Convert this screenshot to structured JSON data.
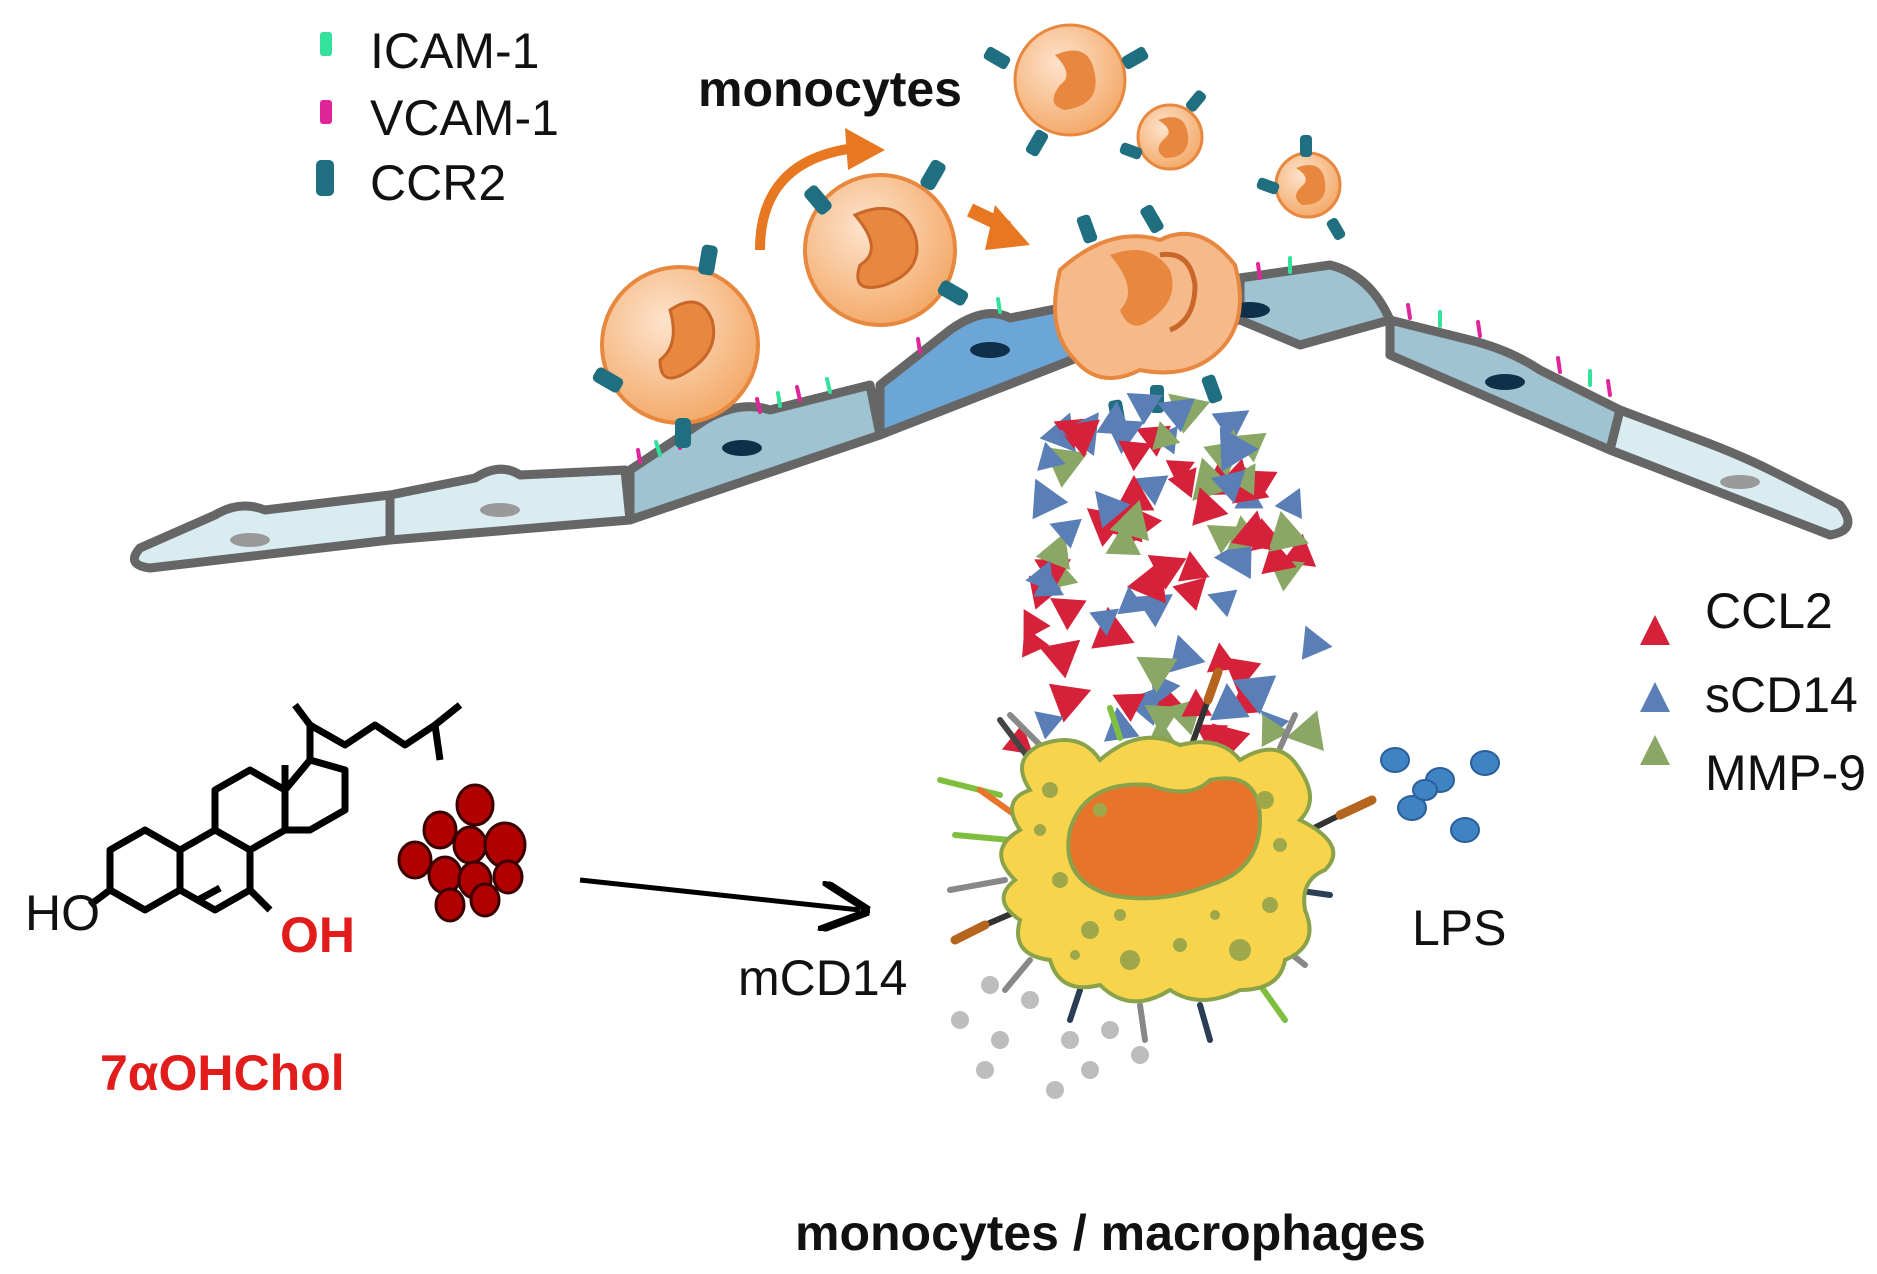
{
  "legend_top": [
    {
      "label": "ICAM-1",
      "icon": "icam1-marker-icon",
      "color": "#33e29b"
    },
    {
      "label": "VCAM-1",
      "icon": "vcam1-marker-icon",
      "color": "#e0249a"
    },
    {
      "label": "CCR2",
      "icon": "ccr2-receptor-icon",
      "color": "#1f6f80"
    }
  ],
  "legend_right": [
    {
      "label": "CCL2",
      "icon": "red-triangle-icon",
      "color": "#d6213a"
    },
    {
      "label": "sCD14",
      "icon": "blue-triangle-icon",
      "color": "#5a7fb6"
    },
    {
      "label": "MMP-9",
      "icon": "green-triangle-icon",
      "color": "#8aa765"
    }
  ],
  "labels": {
    "monocytes": "monocytes",
    "lps": "LPS",
    "mcd14": "mCD14",
    "ho": "HO",
    "oh": "OH",
    "compound": "7αOHChol",
    "bottom_caption": "monocytes / macrophages"
  },
  "colors": {
    "monocyte_fill": "#f6b98a",
    "monocyte_nucleus": "#e8873e",
    "arrow_orange": "#e87722",
    "endothelium_light": "#d9ecf2",
    "endothelium_mid": "#9fc3d1",
    "endothelium_active": "#6ca6d6",
    "macrophage_fill": "#f7d44c",
    "macrophage_nucleus": "#e8742a",
    "red_text": "#e21b1b",
    "oxysterol_dot": "#b00000",
    "lps_dot": "#3f83c4"
  }
}
